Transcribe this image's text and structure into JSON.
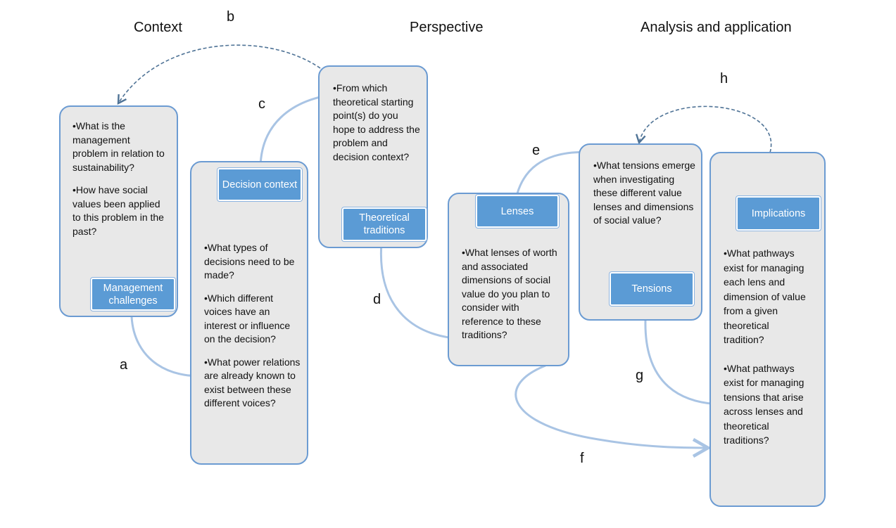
{
  "columns": {
    "context": "Context",
    "perspective": "Perspective",
    "analysis": "Analysis and application"
  },
  "connector_labels": {
    "a": "a",
    "b": "b",
    "c": "c",
    "d": "d",
    "e": "e",
    "f": "f",
    "g": "g",
    "h": "h"
  },
  "boxes": {
    "management": {
      "label": "Management challenges",
      "questions": [
        "•What is the management problem in relation to sustainability?",
        "•How have social values been applied to this problem in the past?"
      ]
    },
    "decision": {
      "label": "Decision context",
      "questions": [
        "•What types of decisions need to be made?",
        "•Which different voices have an interest or influence on the decision?",
        "•What power relations are already known to exist between these different voices?"
      ]
    },
    "theoretical": {
      "label": "Theoretical traditions",
      "questions": [
        "•From which theoretical starting point(s) do you hope to address the problem and decision context?"
      ]
    },
    "lenses": {
      "label": "Lenses",
      "questions": [
        "•What lenses of worth and associated dimensions of social value do you plan to consider with reference to these traditions?"
      ]
    },
    "tensions": {
      "label": "Tensions",
      "questions": [
        "•What tensions emerge when investigating these different value lenses and dimensions of social value?"
      ]
    },
    "implications": {
      "label": "Implications",
      "questions": [
        "•What pathways exist for managing each lens and dimension of value from a given theoretical tradition?",
        "•What pathways exist for managing tensions that arise across lenses and theoretical traditions?"
      ]
    }
  },
  "colors": {
    "box_fill": "#e8e8e8",
    "box_border": "#6b9bd2",
    "label_fill": "#5b9bd5",
    "connector": "#a9c4e4",
    "dashed": "#4f7396"
  }
}
